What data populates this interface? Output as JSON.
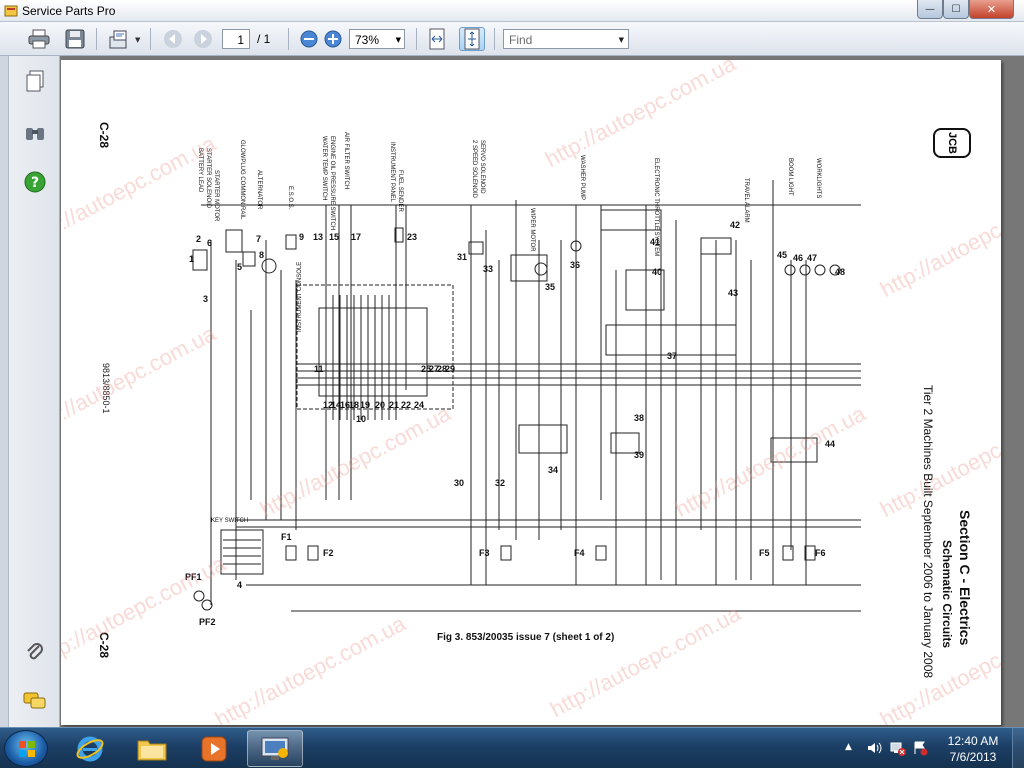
{
  "window": {
    "title": "Service Parts Pro",
    "minimize": "—",
    "maximize": "☐",
    "close": "✕"
  },
  "toolbar": {
    "page_current": "1",
    "page_total": "/ 1",
    "zoom": "73%",
    "find_placeholder": "Find"
  },
  "document": {
    "page_code_top": "C-28",
    "page_code_bottom": "C-28",
    "part_number": "9813/8850-1",
    "section_title": "Section C - Electrics",
    "section_subtitle": "Schematic Circuits",
    "machine_info": "Tier 2 Machines Built September 2006 to January 2008",
    "caption": "Fig 3. 853/20035 issue 7 (sheet 1 of 2)",
    "logo": "JCB",
    "watermark": "http://autoepc.com.ua",
    "component_labels": {
      "battery": "BATTERY LEAD",
      "starter_solenoid": "STARTER SOLENOID",
      "starter_motor": "STARTER MOTOR",
      "glowplug": "GLOWPLUG COMMON RAIL",
      "alternator": "ALTERNATOR",
      "esos": "E.S.O.S.",
      "water_temp": "WATER TEMP SWITCH",
      "engine_oil": "ENGINE OIL PRESSURE SWITCH",
      "air_filter": "AIR FILTER SWITCH",
      "instrument_panel": "INSTRUMENT PANEL",
      "fuel_sender": "FUEL SENDER",
      "two_speed": "2 SPEED SOLENOID",
      "servo": "SERVO SOLENOID",
      "wiper_motor": "WIPER MOTOR",
      "washer_pump": "WASHER PUMP",
      "electronic_throttle": "ELECTRONIC THROTTLE SYSTEM",
      "travel_alarm": "TRAVEL ALARM",
      "boom_light": "BOOM LIGHT",
      "worklights": "WORKLIGHTS",
      "instrument_console": "INSTRUMENT CONSOLE",
      "key_switch": "KEY SWITCH"
    },
    "numbers": {
      "n1": "1",
      "n2": "2",
      "n3": "3",
      "n4": "4",
      "n5": "5",
      "n6": "6",
      "n7": "7",
      "n8": "8",
      "n9": "9",
      "n10": "10",
      "n11": "11",
      "n12": "12",
      "n13": "13",
      "n14": "14",
      "n15": "15",
      "n16": "16",
      "n17": "17",
      "n18": "18",
      "n19": "19",
      "n20": "20",
      "n21": "21",
      "n22": "22",
      "n23": "23",
      "n24": "24",
      "n25": "25",
      "n26": "26",
      "n27": "27",
      "n28": "28",
      "n29": "29",
      "n30": "30",
      "n31": "31",
      "n32": "32",
      "n33": "33",
      "n34": "34",
      "n35": "35",
      "n36": "36",
      "n37": "37",
      "n38": "38",
      "n39": "39",
      "n40": "40",
      "n41": "41",
      "n42": "42",
      "n43": "43",
      "n44": "44",
      "n45": "45",
      "n46": "46",
      "n47": "47",
      "n48": "48",
      "f1": "F1",
      "f2": "F2",
      "f3": "F3",
      "f4": "F4",
      "f5": "F5",
      "f6": "F6",
      "pf1": "PF1",
      "pf2": "PF2"
    }
  },
  "taskbar": {
    "time": "12:40 AM",
    "date": "7/6/2013"
  },
  "colors": {
    "accent": "#2f5d8a",
    "watermark": "#eb968c"
  }
}
